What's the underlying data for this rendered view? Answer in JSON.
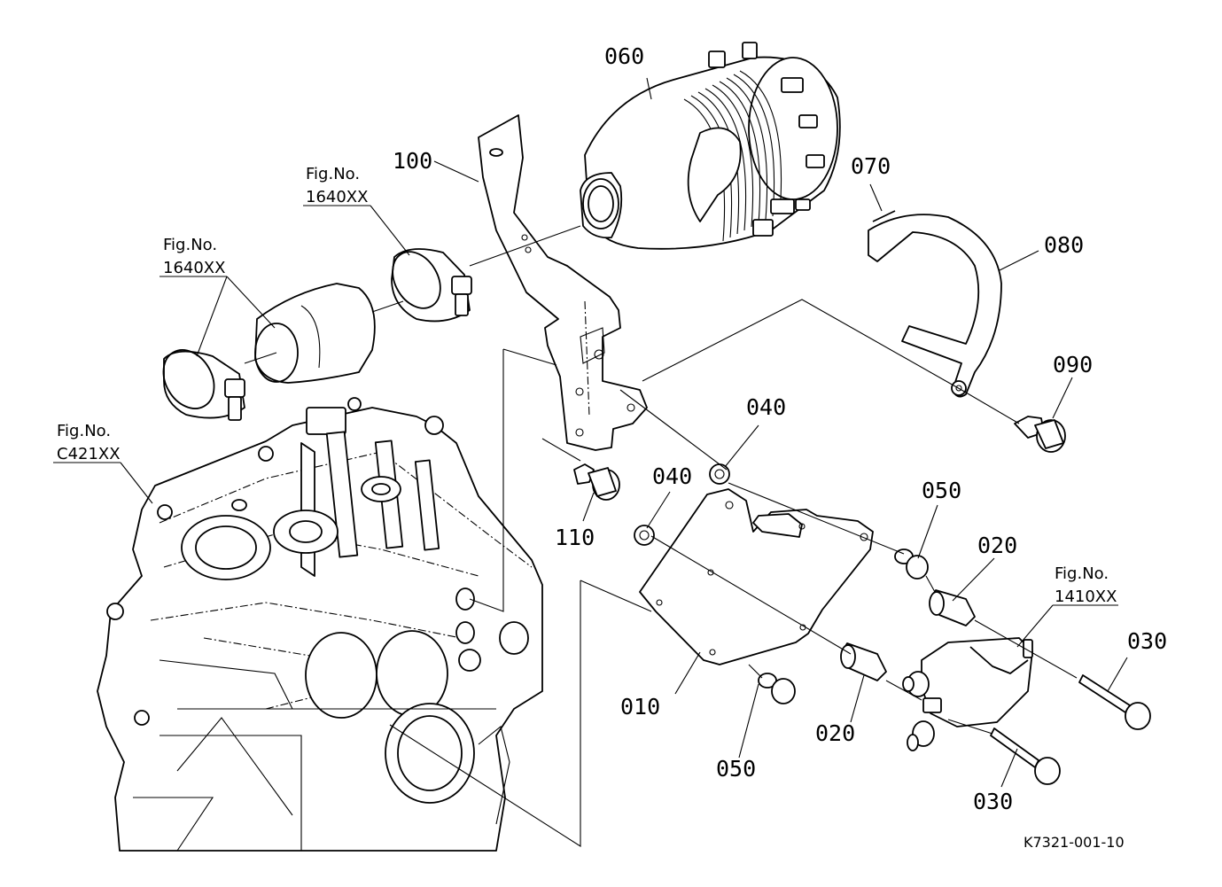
{
  "labels": {
    "p010": "010",
    "p020a": "020",
    "p020b": "020",
    "p030a": "030",
    "p030b": "030",
    "p040a": "040",
    "p040b": "040",
    "p050a": "050",
    "p050b": "050",
    "p060": "060",
    "p070": "070",
    "p080": "080",
    "p090": "090",
    "p100": "100",
    "p110": "110"
  },
  "figrefs": {
    "hose_clamp_upper": {
      "title": "Fig.No.",
      "number": "1640XX"
    },
    "hose_clamp_lower": {
      "title": "Fig.No.",
      "number": "1640XX"
    },
    "housing": {
      "title": "Fig.No.",
      "number": "C421XX"
    },
    "starter": {
      "title": "Fig.No.",
      "number": "1410XX"
    }
  },
  "drawing_code": "K7321-001-10",
  "colors": {
    "line": "#000000",
    "background": "#ffffff"
  }
}
